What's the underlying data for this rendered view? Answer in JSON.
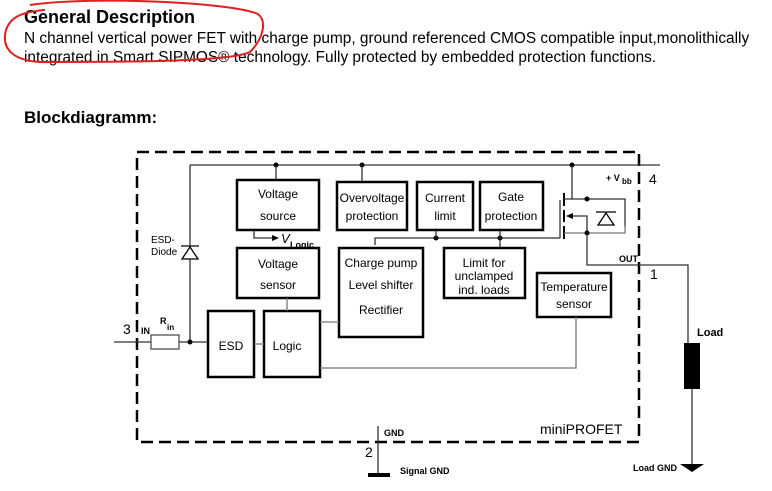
{
  "section_title": "General Description",
  "description": {
    "line1": "N channel vertical power FET with charge pump, ground referenced CMOS compatible input,monolithically",
    "line2": "integrated in Smart SIPMOS® technology. Fully protected by embedded protection functions."
  },
  "annotation": {
    "type": "red-ellipse-highlight",
    "color": "#e02020",
    "target": "General Description"
  },
  "block_diagram_title": "Blockdiagramm:",
  "diagram": {
    "package_label": "miniPROFET",
    "blocks": {
      "voltage_source": [
        "Voltage",
        "source"
      ],
      "overvoltage": [
        "Overvoltage",
        "protection"
      ],
      "current_limit": [
        "Current",
        "limit"
      ],
      "gate_protection": [
        "Gate",
        "protection"
      ],
      "voltage_sensor": [
        "Voltage",
        "sensor"
      ],
      "charge_pump": [
        "Charge pump",
        "Level shifter",
        "Rectifier"
      ],
      "limit_unclamped": [
        "Limit for",
        "unclamped",
        "ind. loads"
      ],
      "temperature_sensor": [
        "Temperature",
        "sensor"
      ],
      "esd": "ESD",
      "logic": "Logic"
    },
    "labels": {
      "vlogic_v": "V",
      "vlogic_sub": "Logic",
      "esd_diode_1": "ESD-",
      "esd_diode_2": "Diode",
      "rin_r": "R",
      "rin_sub": "in",
      "in": "IN",
      "vbb_prefix": "+ V",
      "vbb_sub": "bb",
      "out": "OUT",
      "gnd": "GND",
      "signal_gnd": "Signal GND",
      "load": "Load",
      "load_gnd": "Load GND"
    },
    "pins": {
      "in": "3",
      "gnd": "2",
      "out": "1",
      "vbb": "4"
    }
  }
}
